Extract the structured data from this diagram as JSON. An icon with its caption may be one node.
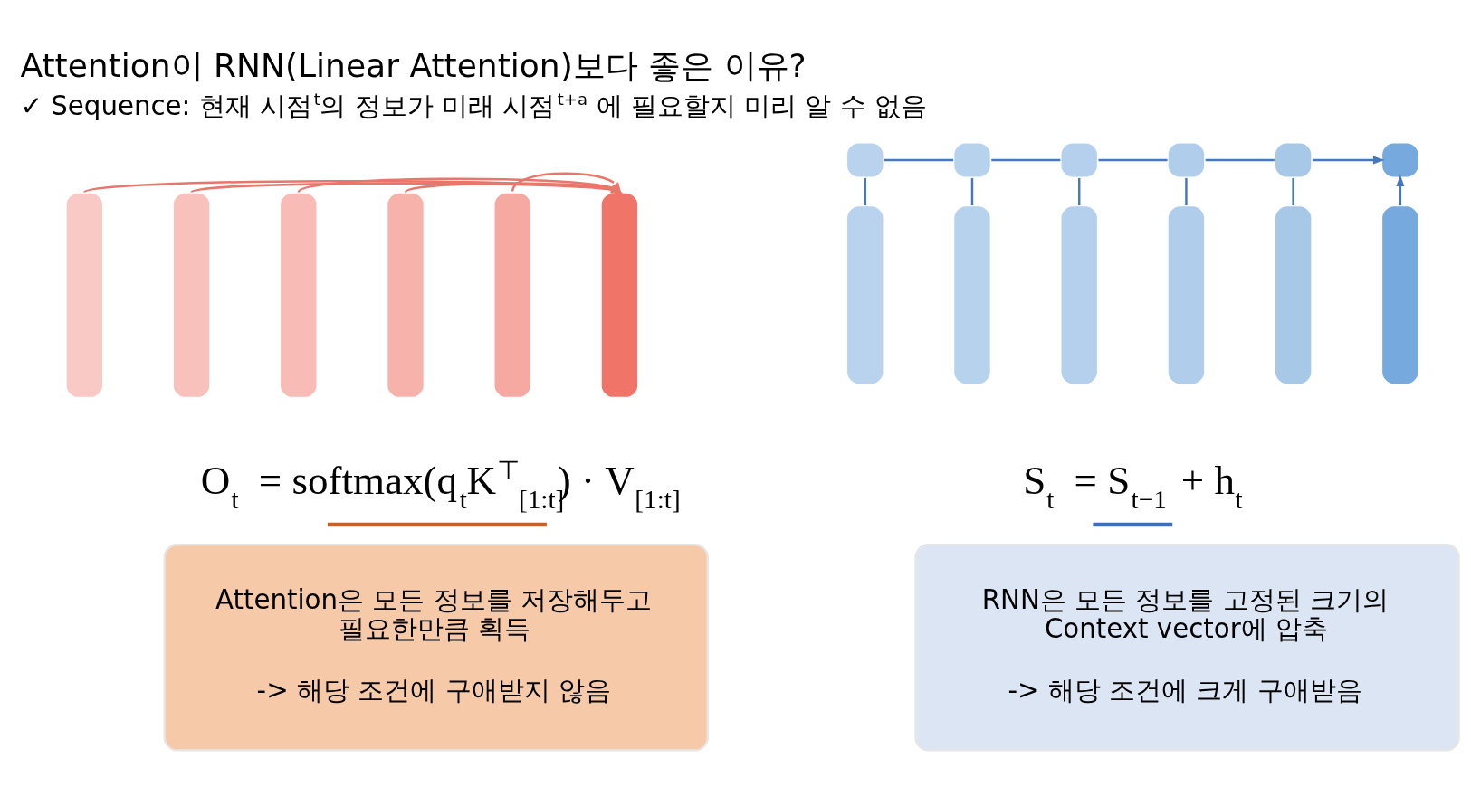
{
  "diagram": {
    "title": "Attention이 RNN(Linear Attention)보다 좋은 이유?",
    "nodes": [
      {
        "text": [],
        "shape": "bar"
      },
      {
        "text": [],
        "shape": "bar"
      },
      {
        "text": [],
        "shape": "bar"
      },
      {
        "text": [],
        "shape": "bar"
      },
      {
        "text": [],
        "shape": "bar"
      },
      {
        "text": [],
        "shape": "bar"
      },
      {
        "text": [],
        "shape": "box"
      },
      {
        "text": [],
        "shape": "box"
      },
      {
        "text": [],
        "shape": "box"
      },
      {
        "text": [],
        "shape": "box"
      },
      {
        "text": [],
        "shape": "box"
      },
      {
        "text": [],
        "shape": "box"
      },
      {
        "text": [],
        "shape": "bar"
      },
      {
        "text": [],
        "shape": "bar"
      },
      {
        "text": [],
        "shape": "bar"
      },
      {
        "text": [],
        "shape": "bar"
      },
      {
        "text": [],
        "shape": "bar"
      },
      {
        "text": [],
        "shape": "bar"
      },
      {
        "text": [
          "Attention은 모든 정보를 저장해두고 필요한만큼 획득",
          "-> 해당 조건에 구애받지 않음"
        ]
      },
      {
        "text": [
          "RNN은 모든 정보를 고정된 크기의 Context vector에 압축",
          "-> 해당 조건에 크게 구애받음"
        ]
      }
    ],
    "edges": [
      {
        "from": 0,
        "to": 5,
        "arrow": "to",
        "color": "#e8766a"
      },
      {
        "from": 1,
        "to": 5,
        "arrow": "to",
        "color": "#e8766a"
      },
      {
        "from": 2,
        "to": 5,
        "arrow": "to",
        "color": "#e8766a"
      },
      {
        "from": 3,
        "to": 5,
        "arrow": "to",
        "color": "#e8766a"
      },
      {
        "from": 4,
        "to": 5,
        "arrow": "to",
        "color": "#e8766a"
      },
      {
        "from": 6,
        "to": 7,
        "arrow": "none"
      },
      {
        "from": 7,
        "to": 8,
        "arrow": "none"
      },
      {
        "from": 8,
        "to": 9,
        "arrow": "none"
      },
      {
        "from": 9,
        "to": 10,
        "arrow": "none"
      },
      {
        "from": 10,
        "to": 11,
        "arrow": "to"
      },
      {
        "from": 12,
        "to": 6,
        "arrow": "none"
      },
      {
        "from": 13,
        "to": 7,
        "arrow": "none"
      },
      {
        "from": 14,
        "to": 8,
        "arrow": "none"
      },
      {
        "from": 15,
        "to": 9,
        "arrow": "none"
      },
      {
        "from": 16,
        "to": 10,
        "arrow": "none"
      },
      {
        "from": 17,
        "to": 11,
        "arrow": "to"
      }
    ],
    "labels": [
      "✓ Sequence: 현재 시점$^{t}$의 정보가 미래 시점$^{t+a}$ 에 필요할지 미리 알 수 없음",
      "O$_{t}$ = softmax(q$_{t}$K$^{⊤}$$_{[1:t]}$) · V$_{[1:t]}$",
      "S$_{t}$ = S$_{t−1}$ + h$_{t}$"
    ]
  }
}
